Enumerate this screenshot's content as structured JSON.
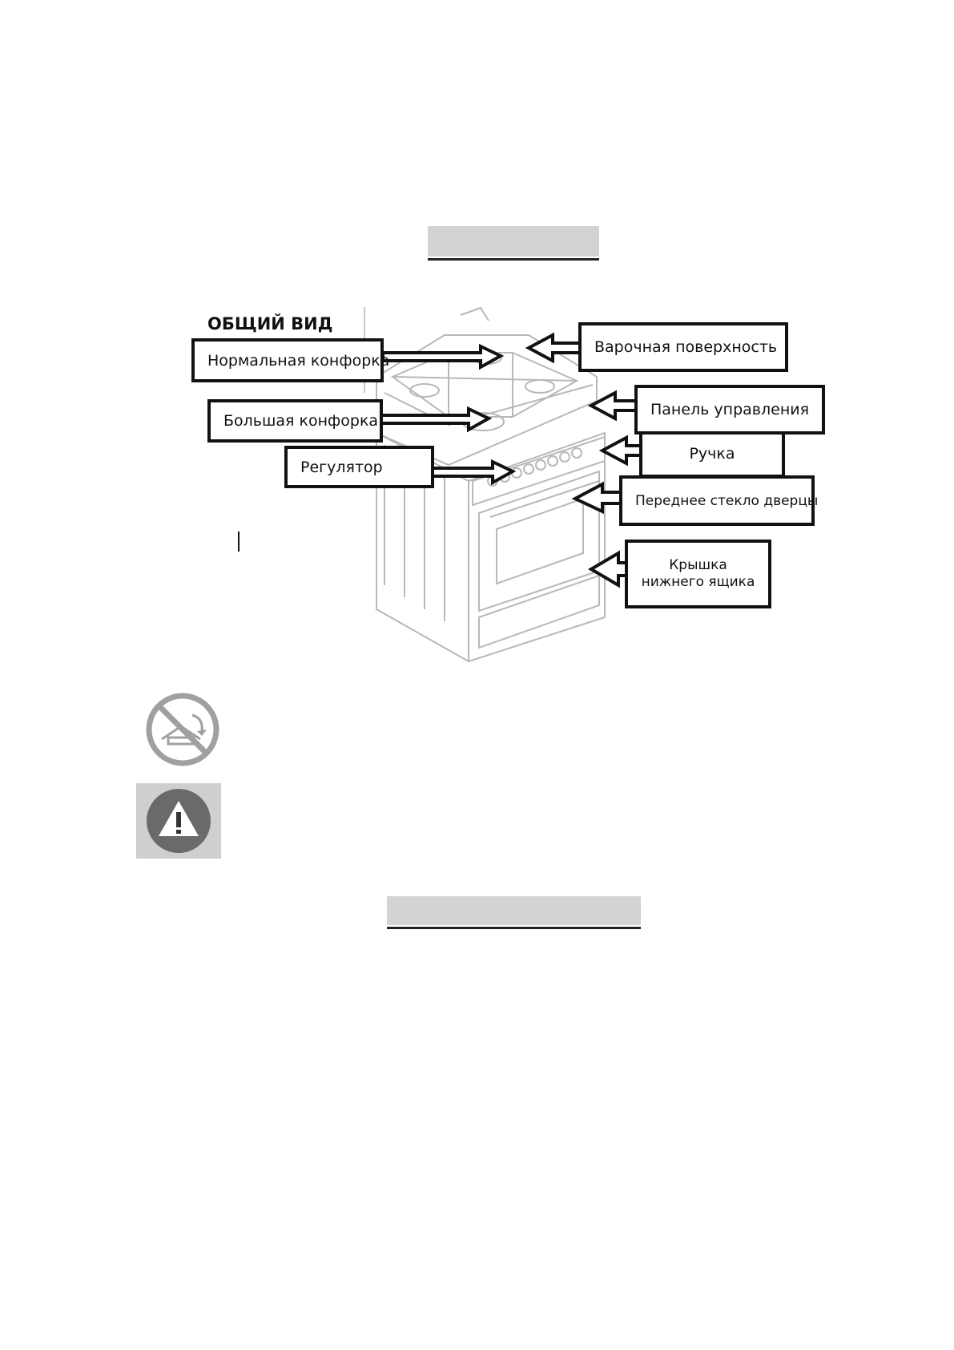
{
  "heading": "ОБЩИЙ ВИД",
  "labels": {
    "hob_surface": "Варочная поверхность",
    "normal_burner": "Нормальная конфорка",
    "control_panel": "Панель управления",
    "large_burner": "Большая конфорка",
    "handle": "Ручка",
    "regulator": "Регулятор",
    "door_glass": "Переднее стекло дверцы",
    "drawer_cover": "Крышка нижнего ящика"
  },
  "icons": {
    "no_tilt": "no-tilt-icon",
    "warning": "warning-icon"
  },
  "colors": {
    "section_bar": "#d3d3d3",
    "label_border": "#111111",
    "drawing_line": "#b8b8b8"
  }
}
